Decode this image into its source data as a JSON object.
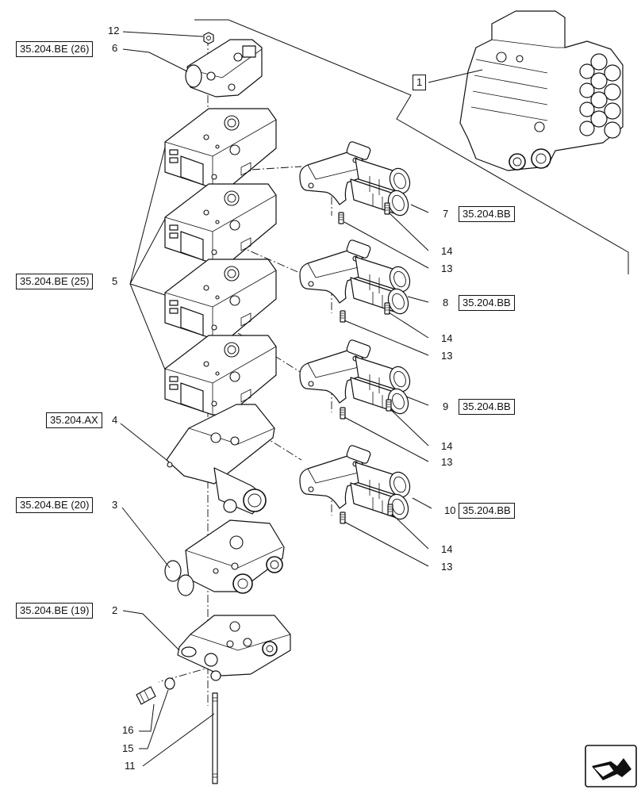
{
  "refs": {
    "be26": "35.204.BE (26)",
    "be25": "35.204.BE (25)",
    "ax": "35.204.AX",
    "be20": "35.204.BE (20)",
    "be19": "35.204.BE (19)",
    "bb7": "35.204.BB",
    "bb8": "35.204.BB",
    "bb9": "35.204.BB",
    "bb10": "35.204.BB",
    "assembly": "1"
  },
  "callouts": {
    "n12": "12",
    "n6": "6",
    "n5": "5",
    "n4": "4",
    "n3": "3",
    "n2": "2",
    "n16": "16",
    "n15": "15",
    "n11": "11",
    "n7": "7",
    "n8": "8",
    "n9": "9",
    "n10": "10",
    "n14a": "14",
    "n13a": "13",
    "n14b": "14",
    "n13b": "13",
    "n14c": "14",
    "n13c": "13",
    "n14d": "14",
    "n13d": "13"
  },
  "icons": {
    "nav": "next-page-arrow-icon"
  }
}
